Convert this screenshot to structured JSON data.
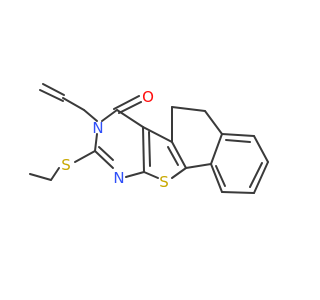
{
  "molecule": {
    "atoms": {
      "oxygen": {
        "symbol": "O",
        "color": "#ff0d0d"
      },
      "ring_nitrogen_allyl": {
        "symbol": "N",
        "color": "#3050f8"
      },
      "ring_nitrogen": {
        "symbol": "N",
        "color": "#3050f8"
      },
      "thioether_sulfur": {
        "symbol": "S",
        "color": "#c8a800"
      },
      "thiophene_sulfur": {
        "symbol": "S",
        "color": "#c8a800"
      }
    },
    "bond_color": "#3a3a3a",
    "background": "#ffffff"
  }
}
